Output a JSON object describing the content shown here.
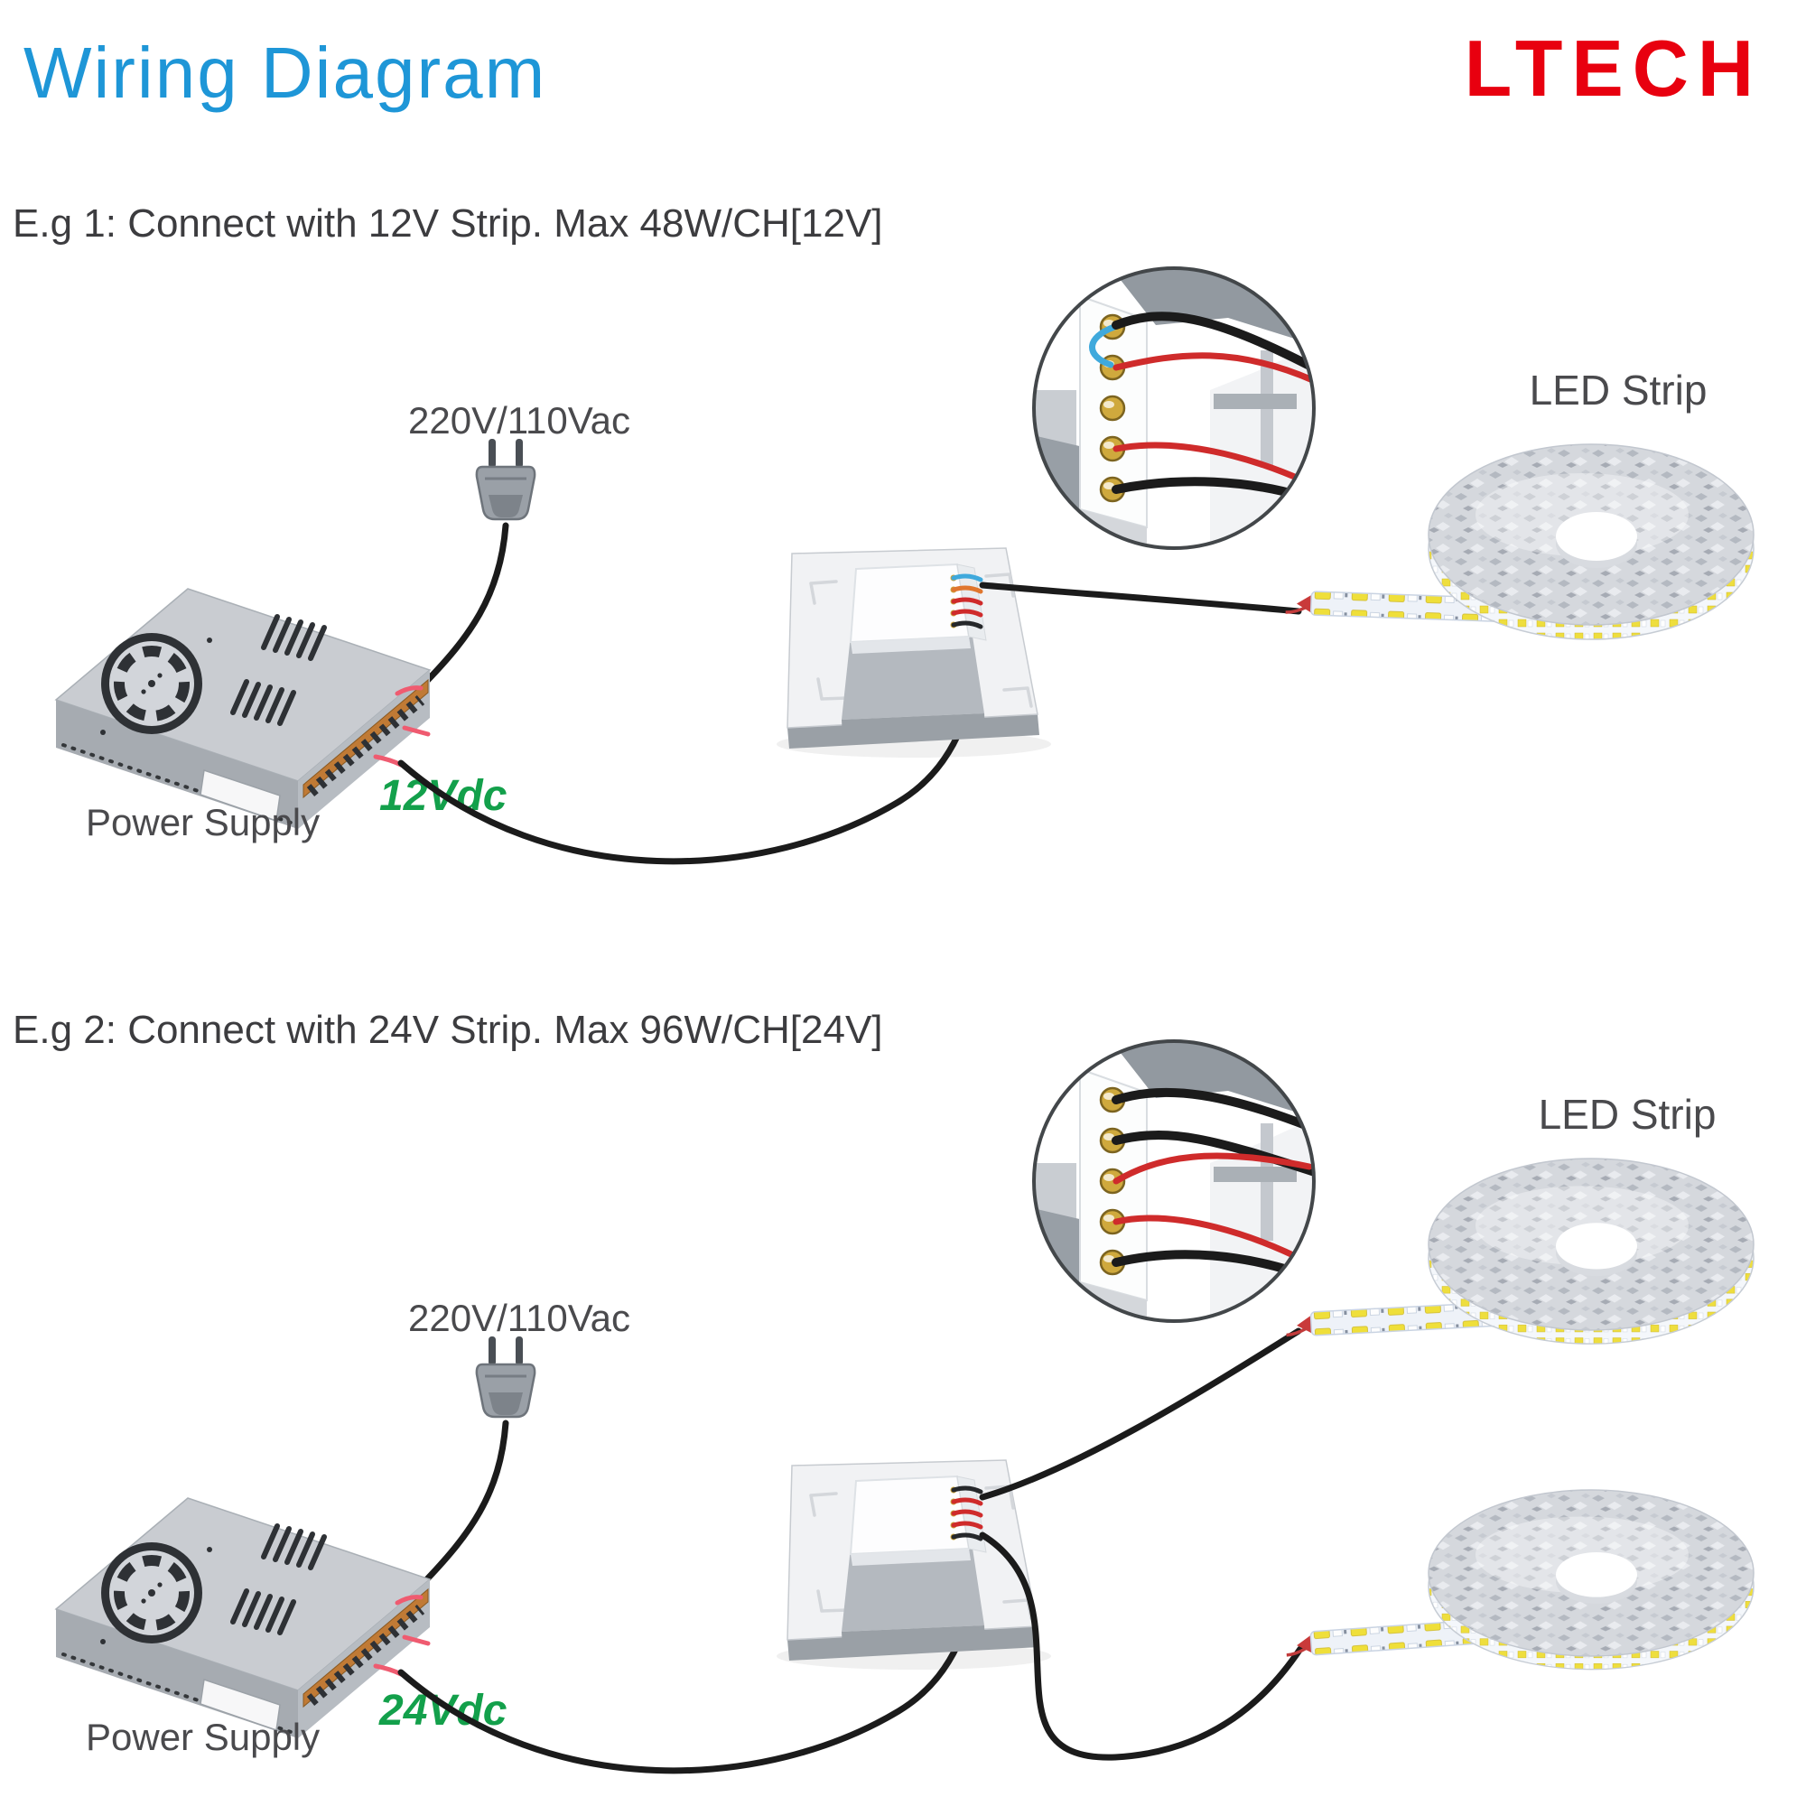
{
  "header": {
    "title": "Wiring Diagram",
    "logo": "LTECH"
  },
  "colors": {
    "title_blue": "#1e96d7",
    "logo_red": "#e8000f",
    "dc_green": "#13a04b",
    "label_gray": "#4a4a4d",
    "wire_black": "#1b1b1b",
    "wire_red": "#cf2b2b",
    "wire_blue": "#3fa9dc",
    "terminal_gold": "#cfa93d",
    "led_yellow": "#efdf3a"
  },
  "sections": [
    {
      "id": "eg1",
      "heading": "E.g 1: Connect with 12V Strip. Max 48W/CH[12V]",
      "ac_label": "220V/110Vac",
      "psu_label": "Power Supply",
      "dc_label": "12Vdc",
      "strip_label": "LED Strip"
    },
    {
      "id": "eg2",
      "heading": "E.g 2: Connect with 24V Strip. Max 96W/CH[24V]",
      "ac_label": "220V/110Vac",
      "psu_label": "Power Supply",
      "dc_label": "24Vdc",
      "strip_label": "LED Strip"
    }
  ]
}
